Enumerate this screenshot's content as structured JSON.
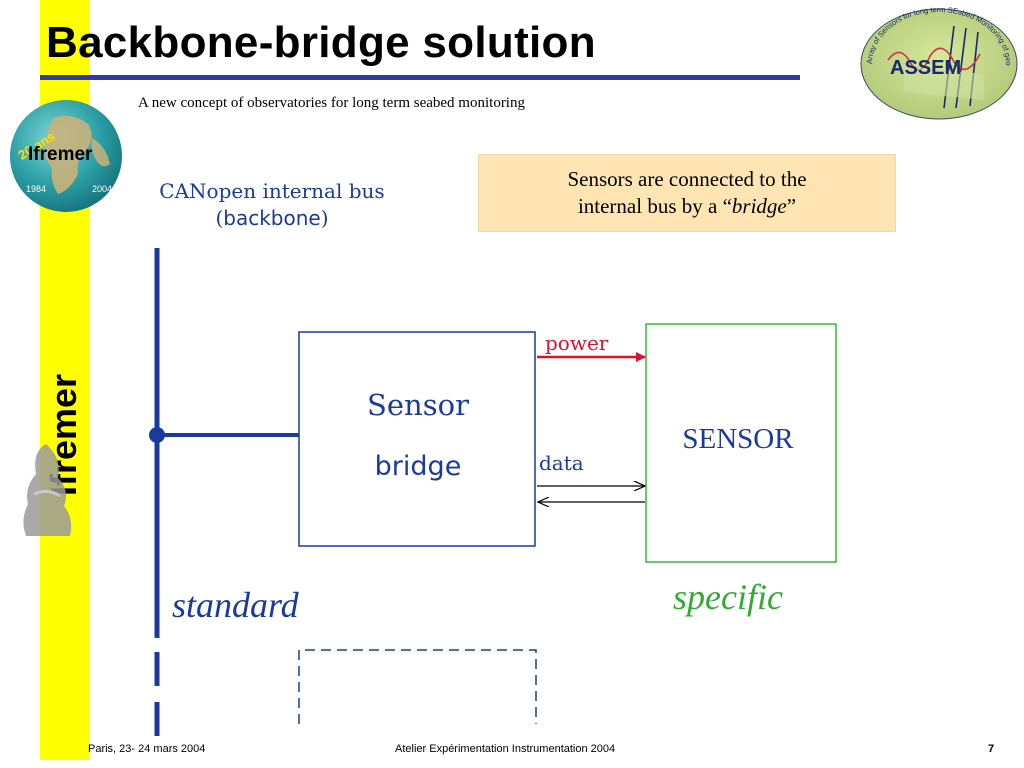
{
  "slide": {
    "title": "Backbone-bridge solution",
    "subtitle": "A new concept of observatories for long term seabed monitoring",
    "side_brand": "Ifremer"
  },
  "logos": {
    "ifremer_globe": {
      "text": "Ifremer",
      "anniversary": "20 ans",
      "year_start": "1984",
      "year_end": "2004"
    },
    "assem": {
      "text": "ASSEM",
      "ring_text": "Array of Sensors for long term SEabed Monitoring of geohazards"
    }
  },
  "callout": {
    "line1": "Sensors are connected to the",
    "line2_prefix": "internal bus by a “",
    "line2_emph": "bridge",
    "line2_suffix": "”"
  },
  "diagram": {
    "bus_label_line1": "CANopen internal bus",
    "bus_label_line2_open": "(",
    "bus_label_line2_word": "backbone",
    "bus_label_line2_close": ")",
    "bridge_label_line1": "Sensor",
    "bridge_label_line2": "bridge",
    "sensor_label": "SENSOR",
    "power_label": "power",
    "data_label": "data",
    "standard_label": "standard",
    "specific_label": "specific",
    "colors": {
      "bus": "#1a3a9c",
      "bridge_border": "#1a3a9c",
      "sensor_border": "#33bb33",
      "power": "#e0102c",
      "data": "#000000",
      "accent_text": "#1a3a9c"
    }
  },
  "footer": {
    "left": "Paris, 23- 24 mars 2004",
    "center": "Atelier Expérimentation Instrumentation 2004",
    "page": "7"
  }
}
